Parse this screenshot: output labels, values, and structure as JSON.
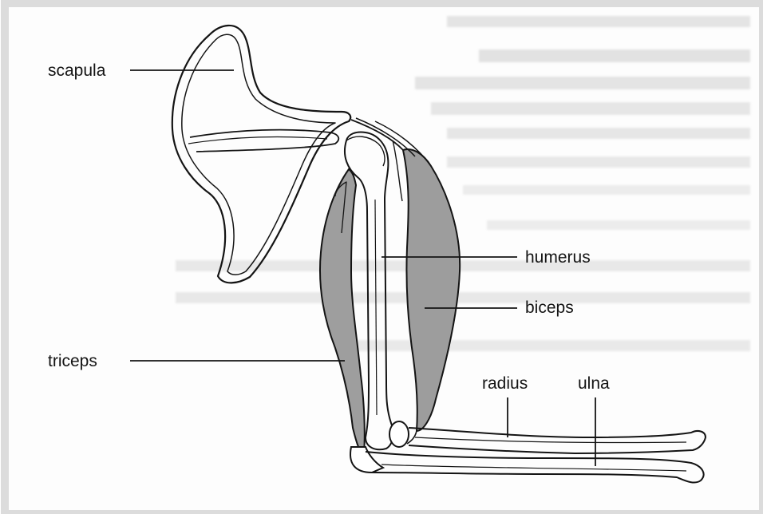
{
  "diagram": {
    "labels": {
      "scapula": "scapula",
      "humerus": "humerus",
      "biceps": "biceps",
      "triceps": "triceps",
      "radius": "radius",
      "ulna": "ulna"
    }
  },
  "colors": {
    "paper": "#ffffff",
    "ink": "#141414",
    "muscle": "#9d9d9d",
    "page_edge": "#d4d4d4"
  }
}
